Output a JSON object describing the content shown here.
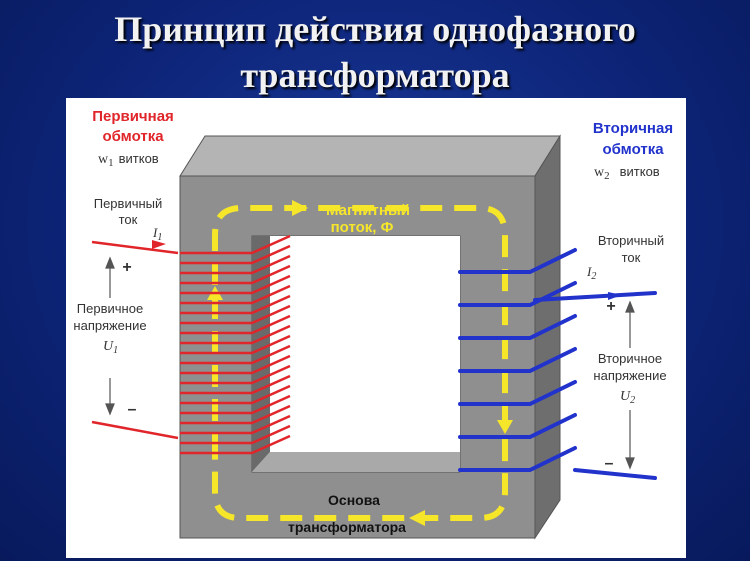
{
  "title": {
    "line1": "Принцип действия однофазного",
    "line2": "трансформатора"
  },
  "primary": {
    "winding_line1": "Первичная",
    "winding_line2": "обмотка",
    "turns_symbol": "w",
    "turns_sub": "1",
    "turns_word": "витков",
    "current_line1": "Первичный",
    "current_line2": "ток",
    "current_symbol": "I",
    "current_sub": "1",
    "plus": "+",
    "minus": "–",
    "voltage_line1": "Первичное",
    "voltage_line2": "напряжение",
    "voltage_symbol": "U",
    "voltage_sub": "1"
  },
  "secondary": {
    "winding_line1": "Вторичная",
    "winding_line2": "обмотка",
    "turns_symbol": "w",
    "turns_sub": "2",
    "turns_word": "витков",
    "current_line1": "Вторичный",
    "current_line2": "ток",
    "current_symbol": "I",
    "current_sub": "2",
    "plus": "+",
    "minus": "–",
    "voltage_line1": "Вторичное",
    "voltage_line2": "напряжение",
    "voltage_symbol": "U",
    "voltage_sub": "2"
  },
  "flux": {
    "line1": "Магнитный",
    "line2": "поток, Ф"
  },
  "core": {
    "line1": "Основа",
    "line2": "трансформатора"
  },
  "colors": {
    "primary": "#e0262b",
    "secondary": "#2233cc",
    "flux": "#f6e62a",
    "core_front": "#8c8c8c",
    "core_side": "#6e6e6e",
    "core_top": "#b4b4b4"
  }
}
